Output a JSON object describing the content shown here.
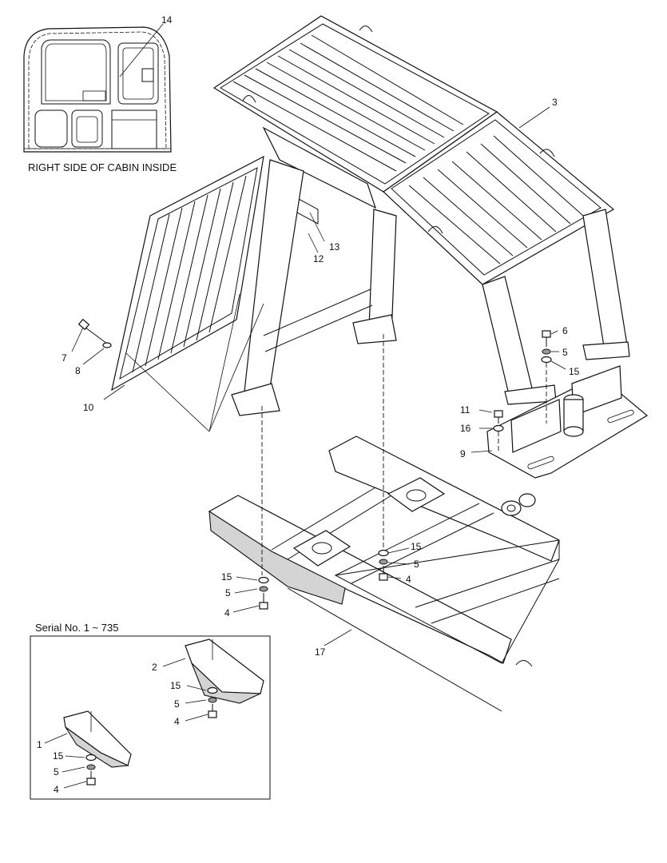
{
  "inset_caption": "RIGHT SIDE OF CABIN INSIDE",
  "serial_label": "Serial No. 1 ~ 735",
  "callouts": [
    {
      "id": "c14",
      "label": "14"
    },
    {
      "id": "c3",
      "label": "3"
    },
    {
      "id": "c13",
      "label": "13"
    },
    {
      "id": "c12",
      "label": "12"
    },
    {
      "id": "c7",
      "label": "7"
    },
    {
      "id": "c8",
      "label": "8"
    },
    {
      "id": "c10",
      "label": "10"
    },
    {
      "id": "c6",
      "label": "6"
    },
    {
      "id": "c5a",
      "label": "5"
    },
    {
      "id": "c15a",
      "label": "15"
    },
    {
      "id": "c11",
      "label": "11"
    },
    {
      "id": "c16",
      "label": "16"
    },
    {
      "id": "c9",
      "label": "9"
    },
    {
      "id": "c15b",
      "label": "15"
    },
    {
      "id": "c5b",
      "label": "5"
    },
    {
      "id": "c4a",
      "label": "4"
    },
    {
      "id": "c15c",
      "label": "15"
    },
    {
      "id": "c5c",
      "label": "5"
    },
    {
      "id": "c4b",
      "label": "4"
    },
    {
      "id": "c17",
      "label": "17"
    },
    {
      "id": "c2",
      "label": "2"
    },
    {
      "id": "c15d",
      "label": "15"
    },
    {
      "id": "c5d",
      "label": "5"
    },
    {
      "id": "c4c",
      "label": "4"
    },
    {
      "id": "c1",
      "label": "1"
    },
    {
      "id": "c15e",
      "label": "15"
    },
    {
      "id": "c5e",
      "label": "5"
    },
    {
      "id": "c4d",
      "label": "4"
    }
  ]
}
